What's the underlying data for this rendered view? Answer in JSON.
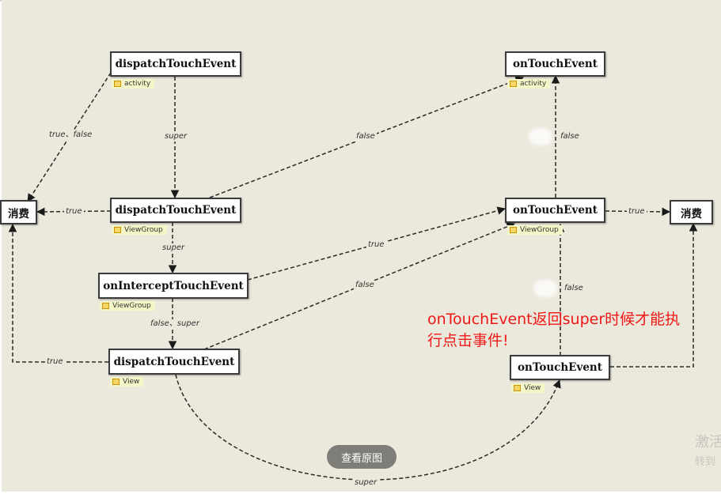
{
  "nodes": {
    "activity_dispatch": "dispatchTouchEvent",
    "activity_ontouch": "onTouchEvent",
    "consume_left": "消费",
    "viewgroup_dispatch": "dispatchTouchEvent",
    "viewgroup_ontouch": "onTouchEvent",
    "consume_right": "消费",
    "viewgroup_intercept": "onInterceptTouchEvent",
    "view_dispatch": "dispatchTouchEvent",
    "view_ontouch": "onTouchEvent"
  },
  "tags": {
    "activity_1": "activity",
    "activity_2": "activity",
    "viewgroup_1": "ViewGroup",
    "viewgroup_2": "ViewGroup",
    "viewgroup_3": "ViewGroup",
    "view_1": "View",
    "view_2": "View"
  },
  "edge_labels": {
    "true_false": "true、false",
    "super_1": "super",
    "false_top": "false",
    "false_right_up": "false",
    "true_left_mid": "true",
    "true_right_mid": "true",
    "super_2": "super",
    "true_diag": "true",
    "false_super": "false、super",
    "false_diag": "false",
    "false_right_low": "false",
    "true_left_low": "true",
    "super_bottom": "super"
  },
  "annotation": {
    "line1": "onTouchEvent返回super时候才能执",
    "line2": "行点击事件!"
  },
  "view_original_button": "查看原图",
  "watermark": {
    "line1": "激活",
    "line2": "转到"
  },
  "colors": {
    "canvas": "#ebe8dc",
    "note": "#f01818",
    "tag_background": "#f4f6c8"
  }
}
